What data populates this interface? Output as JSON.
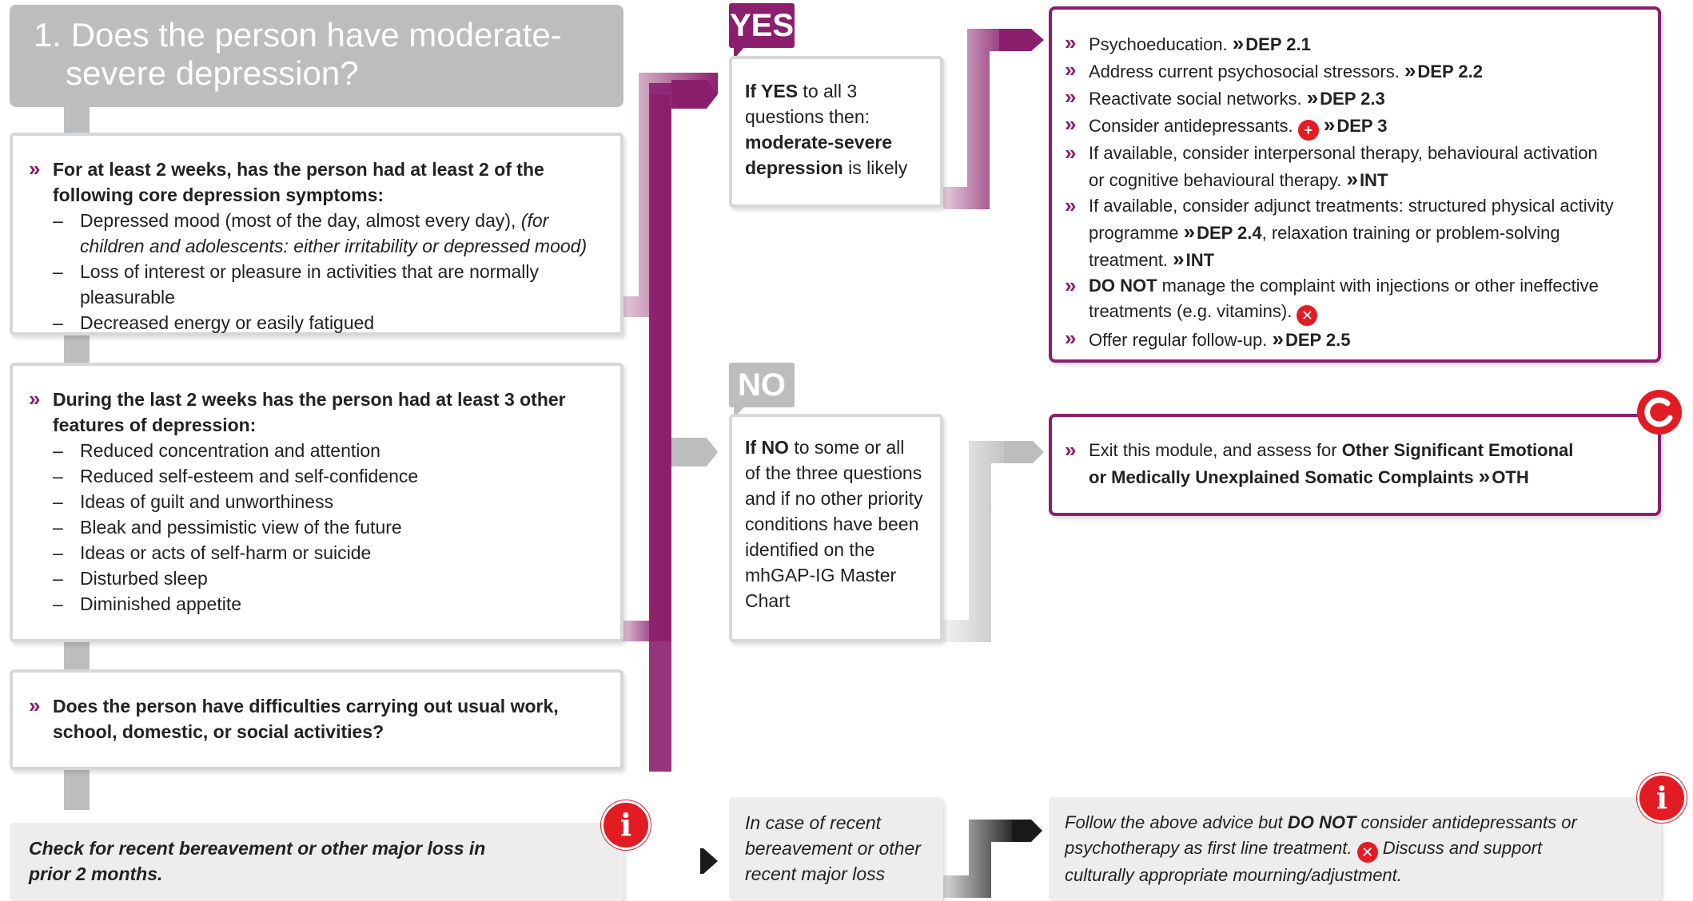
{
  "title": {
    "line1": "1. Does the person have moderate-",
    "line2": "severe depression?"
  },
  "q1": {
    "head1": "For at least 2 weeks, has the person had at least 2 of the",
    "head2": "following core depression symptoms:",
    "item1a": "Depressed mood (most of the day, almost every day), ",
    "item1b": "(for",
    "item1c": "children and adolescents: either irritability or depressed mood)",
    "item2": "Loss of interest or pleasure in activities that are normally pleasurable",
    "item3": "Decreased energy or easily fatigued"
  },
  "q2": {
    "head1": "During the last 2 weeks has the person had at least 3 other",
    "head2": "features of depression:",
    "items": [
      "Reduced concentration and attention",
      "Reduced self-esteem and self-confidence",
      "Ideas of guilt and unworthiness",
      "Bleak and pessimistic view of the future",
      "Ideas or acts of self-harm or suicide",
      "Disturbed sleep",
      "Diminished appetite"
    ]
  },
  "q3": {
    "head1": "Does the person have difficulties carrying out usual work,",
    "head2": "school, domestic, or social activities?"
  },
  "bereavement": {
    "check1": "Check for recent bereavement or other major loss in",
    "check2": "prior 2 months.",
    "case1": "In case of recent",
    "case2": "bereavement or other",
    "case3": "recent major loss",
    "follow1a": "Follow the above advice but ",
    "follow1b": "DO NOT",
    "follow1c": " consider antidepressants or",
    "follow2a": "psychotherapy as first line treatment. ",
    "follow2b": " Discuss and support",
    "follow3": "culturally appropriate mourning/adjustment."
  },
  "yes": {
    "tag": "YES",
    "l1a": "If YES",
    "l1b": " to all 3",
    "l2": "questions then:",
    "l3": "moderate-severe",
    "l4a": "depression",
    "l4b": " is likely"
  },
  "no": {
    "tag": "NO",
    "l1a": "If NO",
    "l1b": " to some or all",
    "lines": [
      "of the three questions",
      "and if no other priority",
      "conditions have been",
      "identified on the",
      "mhGAP-IG Master",
      "Chart"
    ]
  },
  "actions": {
    "a1": "Psychoeducation.",
    "r1": "DEP 2.1",
    "a2": "Address current psychosocial stressors.",
    "r2": "DEP 2.2",
    "a3": "Reactivate social networks.",
    "r3": "DEP 2.3",
    "a4": "Consider antidepressants.",
    "r4": "DEP 3",
    "a5a": "If available, consider interpersonal therapy, behavioural activation",
    "a5b": "or cognitive behavioural therapy.",
    "r5": "INT",
    "a6a": "If available, consider adjunct treatments: structured physical activity",
    "a6b": "programme",
    "r6a": "DEP 2.4",
    "a6c": ", relaxation training or problem-solving",
    "a6d": "treatment.",
    "r6b": "INT",
    "a7a": "DO NOT",
    "a7b": " manage the complaint with injections or other ineffective",
    "a7c": "treatments (e.g. vitamins).",
    "a8": "Offer regular follow-up.",
    "r8": "DEP 2.5"
  },
  "exit": {
    "l1a": "Exit this module, and assess for ",
    "l1b": "Other Significant Emotional",
    "l2": "or Medically Unexplained Somatic Complaints",
    "ref": "OTH"
  },
  "bullet": "»",
  "dash": "–",
  "info_glyph": "i",
  "cross_glyph": "✕",
  "colors": {
    "accent": "#8b1f6e",
    "grey": "#bcbdbf",
    "alert": "#e31b23"
  }
}
